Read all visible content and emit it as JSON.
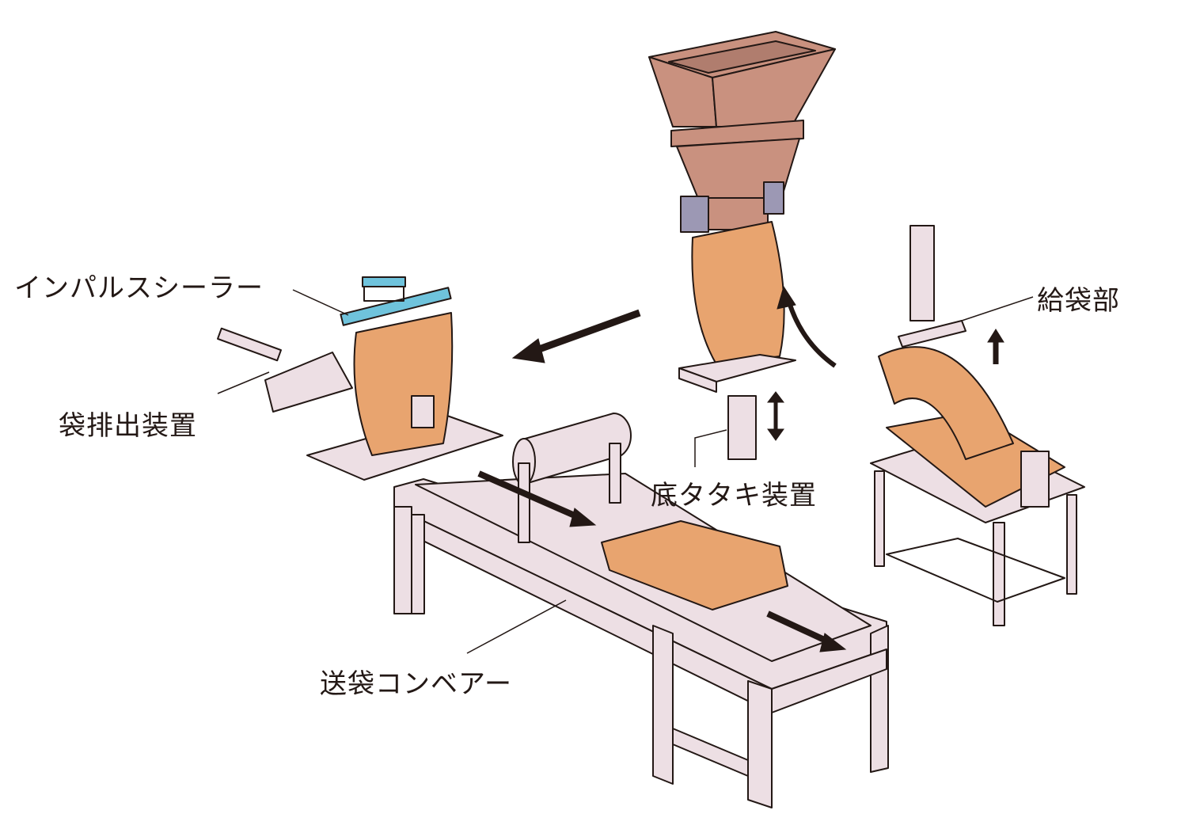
{
  "labels": {
    "impulse_sealer": "インパルスシーラー",
    "bag_discharge": "袋排出装置",
    "bag_feeder": "給袋部",
    "bottom_tapper": "底タタキ装置",
    "bag_conveyor": "送袋コンベアー"
  },
  "colors": {
    "hopper": "#c9917f",
    "bag": "#e8a46f",
    "frame": "#eddfe4",
    "sealer": "#6fc3dc",
    "actuator": "#9c98b4",
    "arrow": "#231815"
  }
}
